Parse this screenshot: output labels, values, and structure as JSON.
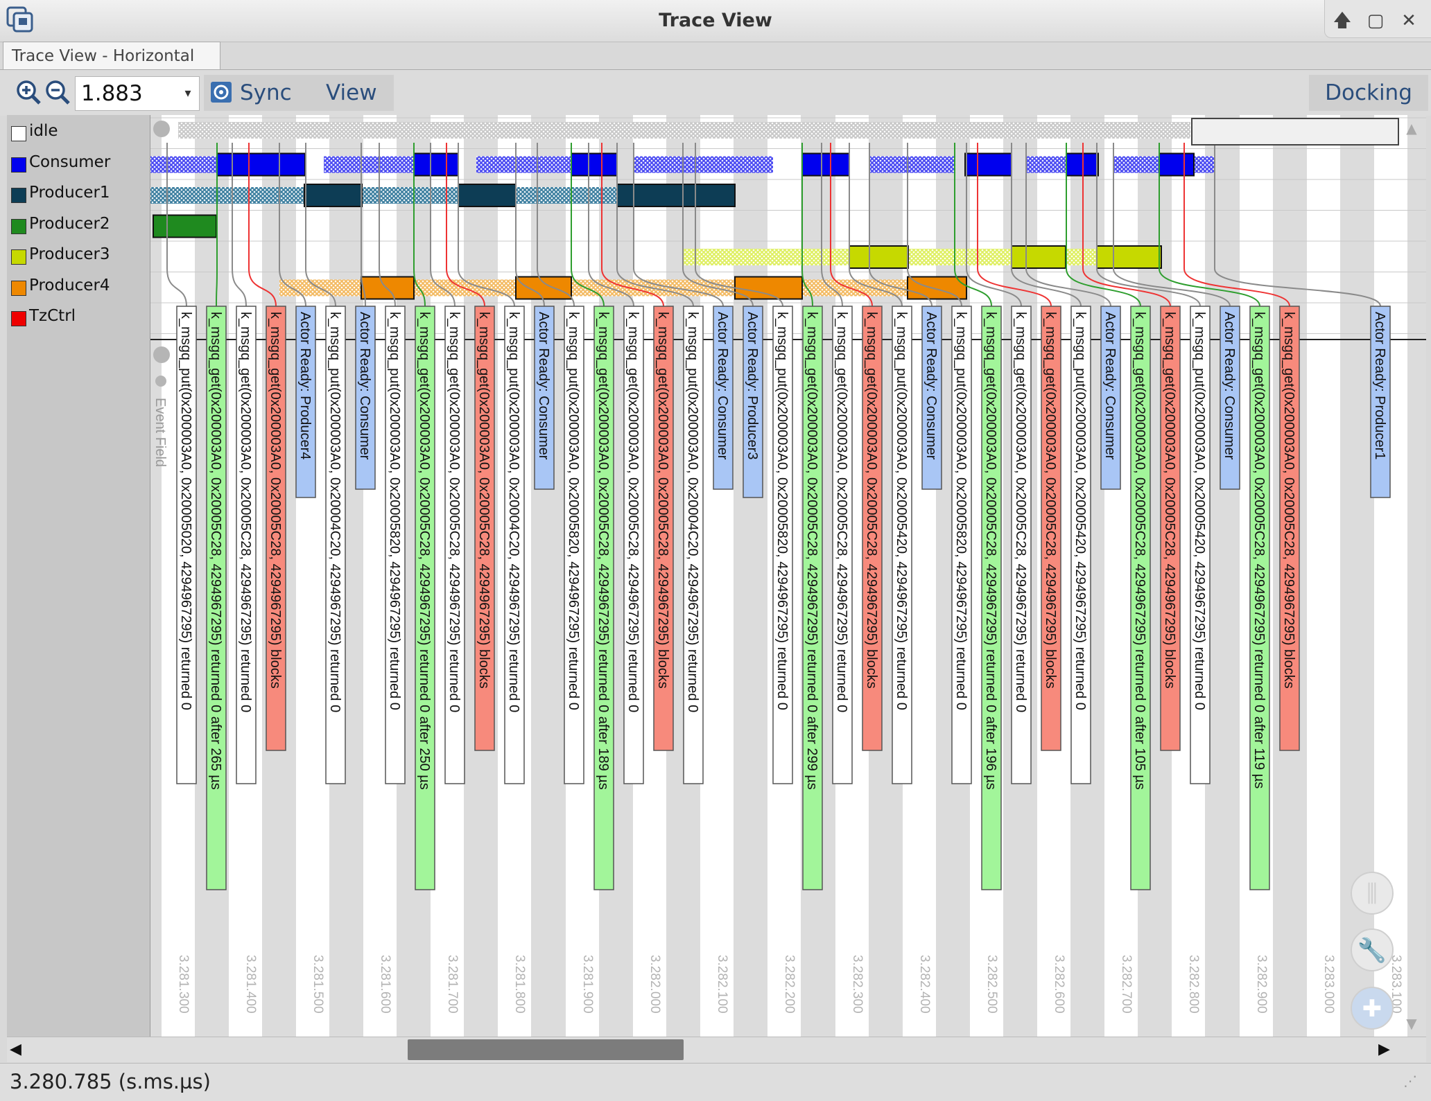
{
  "window": {
    "title": "Trace View",
    "tab": "Trace View - Horizontal",
    "buttons": {
      "restore_up": "🡅",
      "maximize": "▢",
      "close": "✕"
    }
  },
  "toolbar": {
    "zoom_in_icon": "zoom-in",
    "zoom_out_icon": "zoom-out",
    "zoom_value": "1.883",
    "sync_label": "Sync",
    "view_label": "View",
    "docking_label": "Docking"
  },
  "actors": [
    {
      "name": "idle",
      "color": "#ffffff"
    },
    {
      "name": "Consumer",
      "color": "#0000ee"
    },
    {
      "name": "Producer1",
      "color": "#0d3d55"
    },
    {
      "name": "Producer2",
      "color": "#1f8a1f"
    },
    {
      "name": "Producer3",
      "color": "#c6d900"
    },
    {
      "name": "Producer4",
      "color": "#ee8800"
    },
    {
      "name": "TzCtrl",
      "color": "#ee0000"
    }
  ],
  "event_field": {
    "label": "Event Field"
  },
  "events": [
    {
      "text": "k_msgq_put(0x200003A0, 0x20005020, 4294967295) returned 0",
      "kind": "white"
    },
    {
      "text": "k_msgq_get(0x200003A0, 0x20005C28, 4294967295) returned 0 after 265 µs",
      "kind": "green"
    },
    {
      "text": "k_msgq_get(0x200003A0, 0x20005C28, 4294967295) returned 0",
      "kind": "white"
    },
    {
      "text": "k_msgq_get(0x200003A0, 0x20005C28, 4294967295) blocks",
      "kind": "red"
    },
    {
      "text": "Actor Ready: Producer4",
      "kind": "blue"
    },
    {
      "text": "k_msgq_put(0x200003A0, 0x20004C20, 4294967295) returned 0",
      "kind": "white"
    },
    {
      "text": "Actor Ready: Consumer",
      "kind": "blue"
    },
    {
      "text": "k_msgq_put(0x200003A0, 0x20005820, 4294967295) returned 0",
      "kind": "white"
    },
    {
      "text": "k_msgq_get(0x200003A0, 0x20005C28, 4294967295) returned 0 after 250 µs",
      "kind": "green"
    },
    {
      "text": "k_msgq_get(0x200003A0, 0x20005C28, 4294967295) returned 0",
      "kind": "white"
    },
    {
      "text": "k_msgq_get(0x200003A0, 0x20005C28, 4294967295) blocks",
      "kind": "red"
    },
    {
      "text": "k_msgq_put(0x200003A0, 0x20004C20, 4294967295) returned 0",
      "kind": "white"
    },
    {
      "text": "Actor Ready: Consumer",
      "kind": "blue"
    },
    {
      "text": "k_msgq_put(0x200003A0, 0x20005820, 4294967295) returned 0",
      "kind": "white"
    },
    {
      "text": "k_msgq_get(0x200003A0, 0x20005C28, 4294967295) returned 0 after 189 µs",
      "kind": "green"
    },
    {
      "text": "k_msgq_get(0x200003A0, 0x20005C28, 4294967295) returned 0",
      "kind": "white"
    },
    {
      "text": "k_msgq_get(0x200003A0, 0x20005C28, 4294967295) blocks",
      "kind": "red"
    },
    {
      "text": "k_msgq_put(0x200003A0, 0x20004C20, 4294967295) returned 0",
      "kind": "white"
    },
    {
      "text": "Actor Ready: Consumer",
      "kind": "blue"
    },
    {
      "text": "Actor Ready: Producer3",
      "kind": "blue"
    },
    {
      "text": "k_msgq_put(0x200003A0, 0x20005820, 4294967295) returned 0",
      "kind": "white"
    },
    {
      "text": "k_msgq_get(0x200003A0, 0x20005C28, 4294967295) returned 0 after 299 µs",
      "kind": "green"
    },
    {
      "text": "k_msgq_get(0x200003A0, 0x20005C28, 4294967295) returned 0",
      "kind": "white"
    },
    {
      "text": "k_msgq_get(0x200003A0, 0x20005C28, 4294967295) blocks",
      "kind": "red"
    },
    {
      "text": "k_msgq_put(0x200003A0, 0x20005420, 4294967295) returned 0",
      "kind": "white"
    },
    {
      "text": "Actor Ready: Consumer",
      "kind": "blue"
    },
    {
      "text": "k_msgq_put(0x200003A0, 0x20005820, 4294967295) returned 0",
      "kind": "white"
    },
    {
      "text": "k_msgq_get(0x200003A0, 0x20005C28, 4294967295) returned 0 after 196 µs",
      "kind": "green"
    },
    {
      "text": "k_msgq_get(0x200003A0, 0x20005C28, 4294967295) returned 0",
      "kind": "white"
    },
    {
      "text": "k_msgq_get(0x200003A0, 0x20005C28, 4294967295) blocks",
      "kind": "red"
    },
    {
      "text": "k_msgq_put(0x200003A0, 0x20005420, 4294967295) returned 0",
      "kind": "white"
    },
    {
      "text": "Actor Ready: Consumer",
      "kind": "blue"
    },
    {
      "text": "k_msgq_get(0x200003A0, 0x20005C28, 4294967295) returned 0 after 105 µs",
      "kind": "green"
    },
    {
      "text": "k_msgq_get(0x200003A0, 0x20005C28, 4294967295) blocks",
      "kind": "red"
    },
    {
      "text": "k_msgq_put(0x200003A0, 0x20005420, 4294967295) returned 0",
      "kind": "white"
    },
    {
      "text": "Actor Ready: Consumer",
      "kind": "blue"
    },
    {
      "text": "k_msgq_get(0x200003A0, 0x20005C28, 4294967295) returned 0 after 119 µs",
      "kind": "green"
    },
    {
      "text": "k_msgq_get(0x200003A0, 0x20005C28, 4294967295) blocks",
      "kind": "red"
    },
    {
      "text": "Actor Ready: Producer1",
      "kind": "blue"
    }
  ],
  "time_ticks": [
    "3.281.300",
    "3.281.400",
    "3.281.500",
    "3.281.600",
    "3.281.700",
    "3.281.800",
    "3.281.900",
    "3.282.000",
    "3.282.100",
    "3.282.200",
    "3.282.300",
    "3.282.400",
    "3.282.500",
    "3.282.600",
    "3.282.700",
    "3.282.800",
    "3.282.900",
    "3.283.000",
    "3.283.100"
  ],
  "status": {
    "time": "3.280.785 (s.ms.µs)"
  },
  "floating_buttons": {
    "layout_icon": "columns-icon",
    "wrench_icon": "wrench-icon",
    "add_icon": "plus-icon"
  },
  "colors": {
    "event_white": "#ffffff",
    "event_green": "#a2f59a",
    "event_red": "#f78a7c",
    "event_blue": "#a9c6f5",
    "consumer": "#0000ee",
    "producer1": "#0d3d55",
    "producer2": "#1f8a1f",
    "producer3": "#c6d900",
    "producer4": "#ee8800",
    "tzctrl": "#ee0000"
  }
}
